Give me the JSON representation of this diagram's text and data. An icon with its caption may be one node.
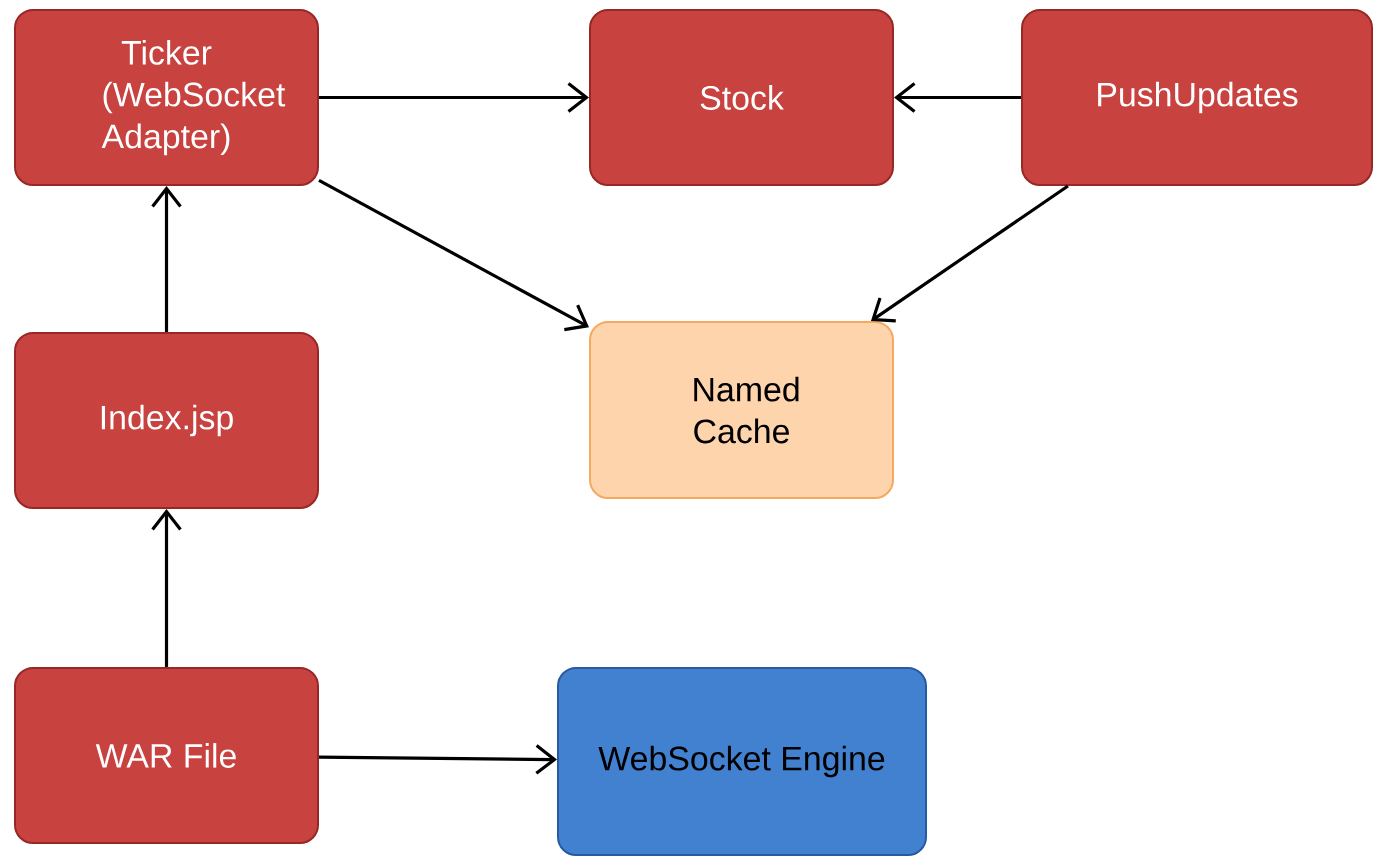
{
  "diagram": {
    "nodes": [
      {
        "text": [
          "Ticker (WebSocket Adapter)"
        ]
      },
      {
        "text": [
          "Stock"
        ]
      },
      {
        "text": [
          "PushUpdates"
        ]
      },
      {
        "text": [
          "Named Cache"
        ]
      },
      {
        "text": [
          "Index.jsp"
        ]
      },
      {
        "text": [
          "WAR File"
        ]
      },
      {
        "text": [
          "WebSocket Engine"
        ]
      }
    ],
    "edges": [
      {
        "from": 0,
        "to": 1,
        "arrow": "to"
      },
      {
        "from": 2,
        "to": 1,
        "arrow": "to"
      },
      {
        "from": 0,
        "to": 3,
        "arrow": "to"
      },
      {
        "from": 2,
        "to": 3,
        "arrow": "to"
      },
      {
        "from": 4,
        "to": 0,
        "arrow": "to"
      },
      {
        "from": 5,
        "to": 4,
        "arrow": "to"
      },
      {
        "from": 5,
        "to": 6,
        "arrow": "to"
      }
    ]
  }
}
